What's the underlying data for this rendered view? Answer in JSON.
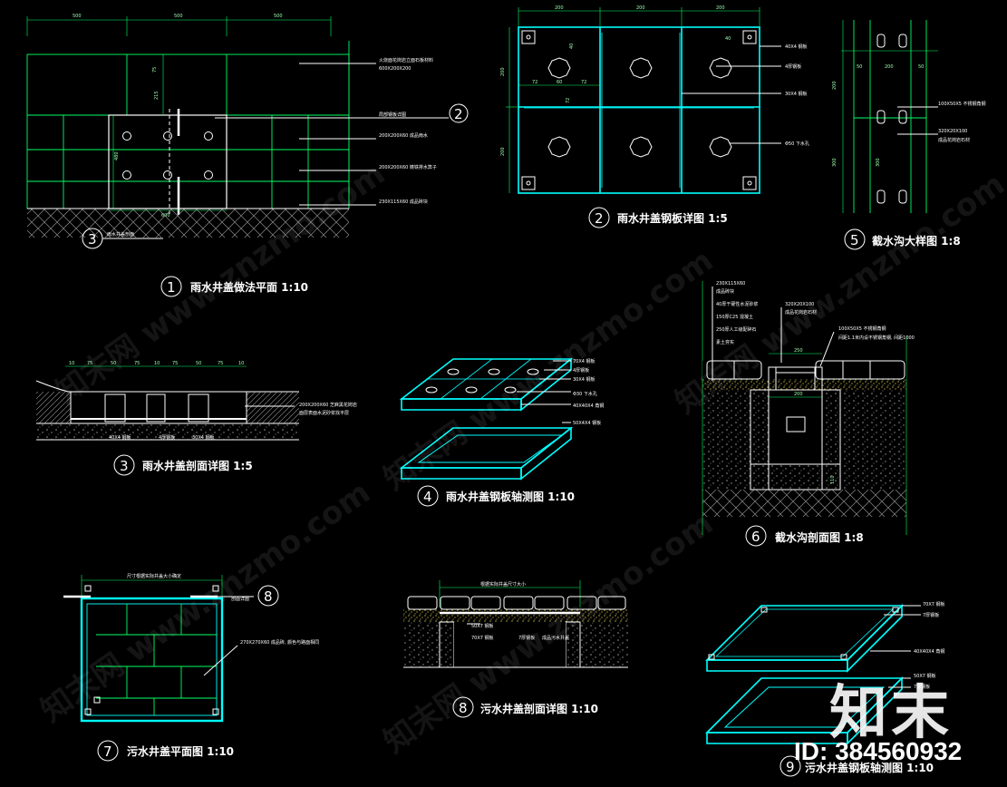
{
  "drawings": [
    {
      "num": "1",
      "title": "雨水井盖做法平面  1:10"
    },
    {
      "num": "2",
      "title": "雨水井盖钢板详图 1:5"
    },
    {
      "num": "3",
      "title": "雨水井盖剖面详图 1:5"
    },
    {
      "num": "4",
      "title": "雨水井盖钢板轴测图 1:10"
    },
    {
      "num": "5",
      "title": "截水沟大样图  1:8"
    },
    {
      "num": "6",
      "title": "截水沟剖面图  1:8"
    },
    {
      "num": "7",
      "title": "污水井盖平面图  1:10"
    },
    {
      "num": "8",
      "title": "污水井盖剖面详图  1:10"
    },
    {
      "num": "9",
      "title": "污水井盖钢板轴测图 1:10"
    }
  ],
  "d1": {
    "dims_top": [
      "500",
      "500",
      "500"
    ],
    "dims_side": [
      "75",
      "215",
      "480"
    ],
    "dim_bottom": "600",
    "ref_mark": "2",
    "section_mark": "3",
    "section_note": "雨水井盖剖面",
    "notes": [
      "火烧面花岗岩立面石板材料",
      "600X200X200",
      "局部钢板详图",
      "200X200X60 成品雨水",
      "200X200X60 铸铁排水箅子",
      "230X115X60 成品砖块"
    ]
  },
  "d2": {
    "dims_top": [
      "200",
      "200",
      "200"
    ],
    "dims_side": [
      "200",
      "200"
    ],
    "inner_dims": [
      "72",
      "60",
      "72",
      "40",
      "40",
      "72"
    ],
    "notes": [
      "40X4 钢板",
      "4厚钢板",
      "30X4 钢板",
      "Φ50 下水孔"
    ]
  },
  "d3": {
    "dims_top": [
      "10",
      "75",
      "50",
      "75",
      "10",
      "75",
      "50",
      "75",
      "10"
    ],
    "notes": [
      "200X200X60 芝麻黑花岗岩",
      "面层表面水泥砂浆找平层",
      "40X4 钢板",
      "4厚钢板",
      "30X4 钢板"
    ]
  },
  "d4": {
    "notes": [
      "70X4 钢板",
      "4厚钢板",
      "30X4 钢板",
      "Φ30 下水孔",
      "40X40X4 角钢",
      "50X4X4 钢板"
    ]
  },
  "d5": {
    "dims_top": [
      "50",
      "200",
      "50"
    ],
    "dims_side": [
      "200",
      "300",
      "300"
    ],
    "notes": [
      "100X50X5 不锈钢角钢",
      "320X20X100",
      "成品花岗岩石材"
    ]
  },
  "d6": {
    "notes": [
      "230X115X60",
      "成品砖块",
      "40厚干硬性水泥砂浆",
      "150厚C25 混凝土",
      "250厚人工级配碎石",
      "素土夯实",
      "320X20X100",
      "成品花岗岩石材",
      "100X50X5 不锈钢角钢",
      "间距1.1米内设不锈钢角钢, 间距1000"
    ],
    "dims": [
      "250",
      "200",
      "110"
    ]
  },
  "d7": {
    "top_note": "尺寸根据实际井盖大小确定",
    "ref_mark": "8",
    "ref_note": "剖面详图",
    "notes": [
      "270X270X60 成品砖, 颜色与路面相同"
    ]
  },
  "d8": {
    "top_note": "根据实际井盖尺寸大小",
    "notes": [
      "50X7 钢板",
      "70X7 钢板",
      "7厚钢板",
      "成品污水井盖"
    ]
  },
  "d9": {
    "notes": [
      "70X7 钢板",
      "7厚钢板",
      "40X40X4 角钢",
      "50X7 钢板",
      "7厚钢板"
    ]
  },
  "watermark": {
    "text": "知末网 www.znzmo.com",
    "logo": "知末",
    "id_label": "ID: 384560932"
  }
}
